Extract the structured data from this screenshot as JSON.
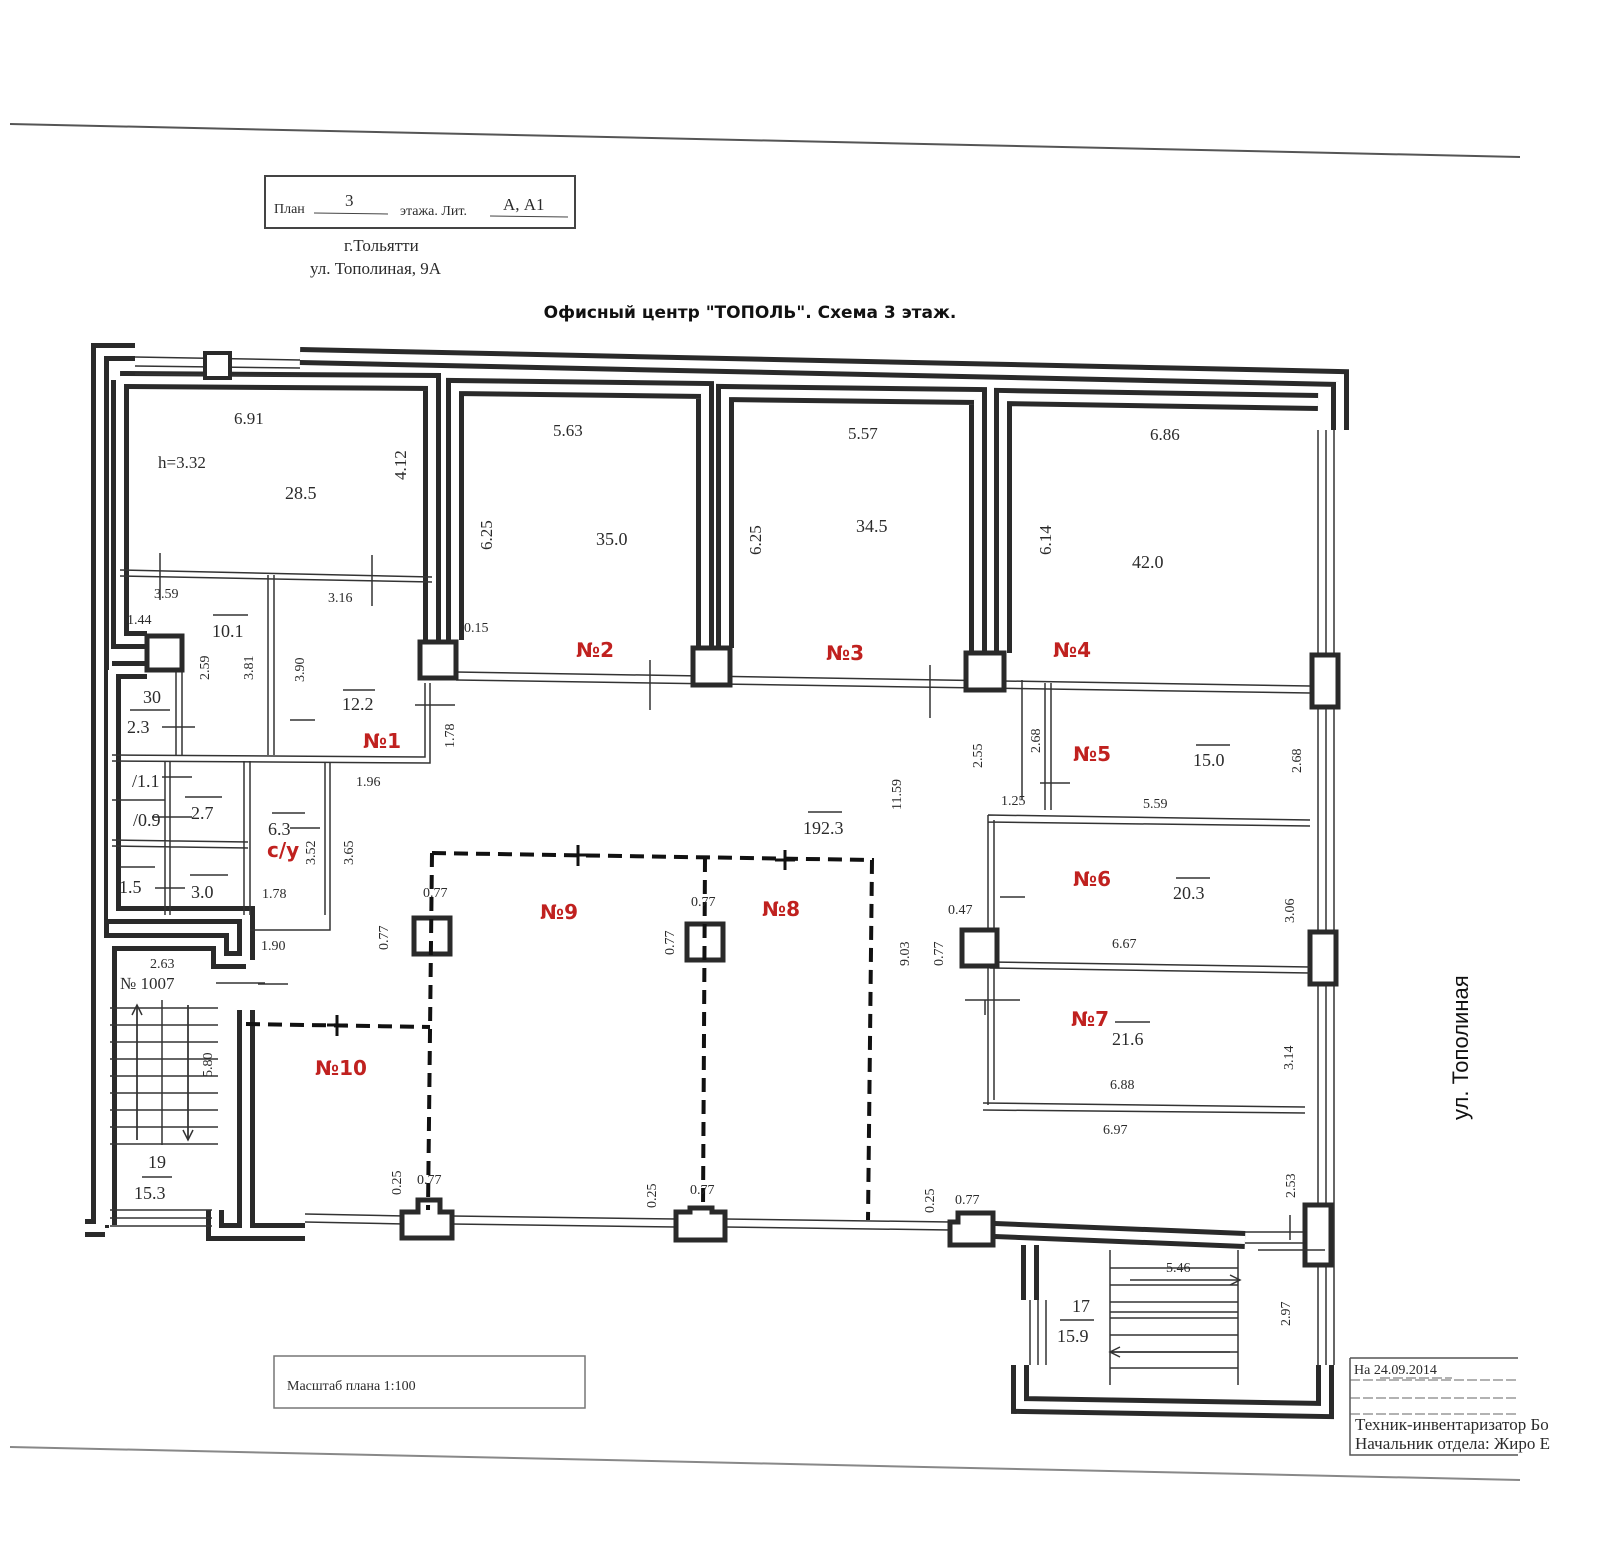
{
  "header": {
    "plan_label": "План",
    "floor": "3",
    "floor_label": "этажа. Лит.",
    "letters": "А, А1",
    "city": "г.Тольятти",
    "address": "ул. Тополиная, 9А"
  },
  "title": "Офисный центр \"ТОПОЛЬ\".  Схема 3 этаж.",
  "street": "ул. Тополиная",
  "scale": "Масштаб плана 1:100",
  "stamp": {
    "date": "На 24.09.2014",
    "technician": "Техник-инвентаризатор  Бо",
    "head": "Начальник отдела: Жиро Е"
  },
  "rooms": [
    "№1",
    "№2",
    "№3",
    "№4",
    "№5",
    "№6",
    "№7",
    "№8",
    "№9",
    "№10",
    "с/у"
  ],
  "areas": [
    "28.5",
    "35.0",
    "34.5",
    "42.0",
    "10.1",
    "30",
    "2.3",
    "12.2",
    "/1.1",
    "/0.9",
    "2.7",
    "6.3",
    "1.5",
    "3.0",
    "192.3",
    "15.0",
    "20.3",
    "21.6",
    "19",
    "15.3",
    "17",
    "15.9"
  ],
  "dimensions": [
    "6.91",
    "h=3.32",
    "4.12",
    "5.63",
    "6.25",
    "0.15",
    "5.57",
    "6.25",
    "6.86",
    "6.14",
    "3.59",
    "3.16",
    "1.44",
    "2.59",
    "3.81",
    "3.90",
    "1.78",
    "1.96",
    "3.52",
    "3.65",
    "1.78",
    "1.90",
    "2.63",
    "№ 1007",
    "5.80",
    "0.77",
    "0.77",
    "0.77",
    "0.77",
    "11.59",
    "2.55",
    "2.68",
    "1.25",
    "5.59",
    "2.68",
    "0.47",
    "6.67",
    "3.06",
    "9.03",
    "0.77",
    "3.14",
    "6.88",
    "6.97",
    "0.25",
    "0.77",
    "0.25",
    "0.77",
    "0.25",
    "0.77",
    "2.53",
    "5.46",
    "2.97"
  ]
}
